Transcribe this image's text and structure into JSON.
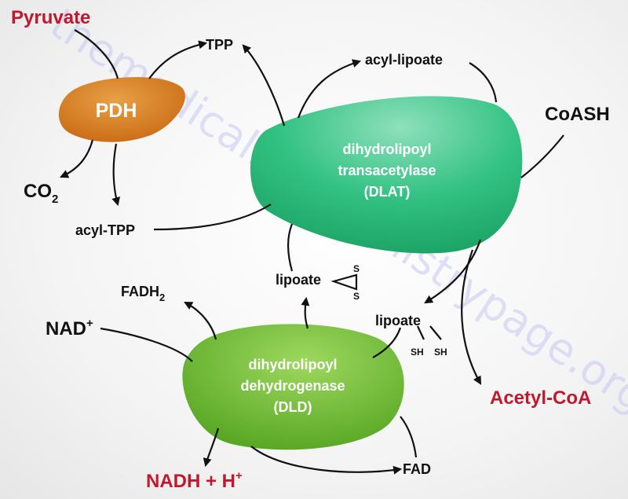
{
  "watermark": "themedicalbiochemistrypage.org",
  "colors": {
    "pdh": "#d57a23",
    "dlat": "#2bbd7e",
    "dld": "#72bd38",
    "highlight_text": "#c0182c",
    "text": "#111111"
  },
  "enzymes": {
    "pdh": "PDH",
    "dlat_line1": "dihydrolipoyl",
    "dlat_line2": "transacetylase",
    "dlat_line3": "(DLAT)",
    "dld_line1": "dihydrolipoyl",
    "dld_line2": "dehydrogenase",
    "dld_line3": "(DLD)"
  },
  "metabolites": {
    "pyruvate": "Pyruvate",
    "co2": "CO",
    "co2_sub": "2",
    "tpp": "TPP",
    "acyl_tpp": "acyl-TPP",
    "acyl_lipoate": "acyl-lipoate",
    "coash": "CoASH",
    "acetyl_coa": "Acetyl-CoA",
    "lipoate_oxidized": "lipoate",
    "disulfide_s1": "S",
    "disulfide_s2": "S",
    "lipoate_reduced": "lipoate",
    "sh1": "SH",
    "sh2": "SH",
    "fadh2": "FADH",
    "fadh2_sub": "2",
    "nad": "NAD",
    "nad_sup": "+",
    "nadh": "NADH + H",
    "nadh_sup": "+",
    "fad": "FAD"
  }
}
